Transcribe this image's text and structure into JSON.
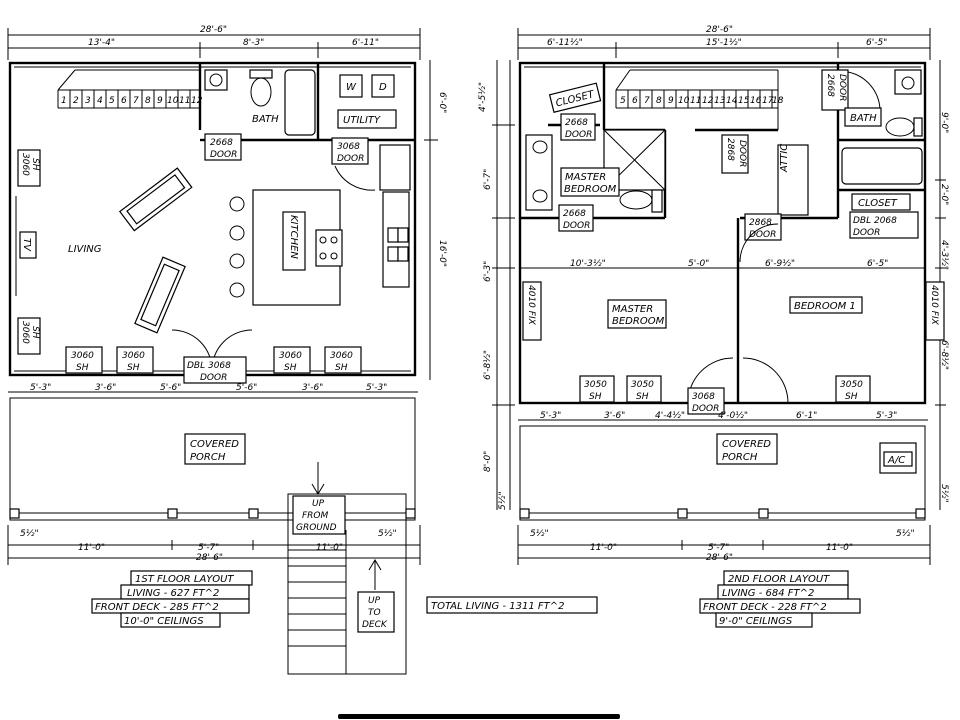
{
  "floor1": {
    "dims_top": [
      "28'-6\"",
      "13'-4\"",
      "8'-3\"",
      "6'-11\""
    ],
    "dims_right": [
      "6'-0\"",
      "16'-0\""
    ],
    "rooms": {
      "living": "LIVING",
      "kitchen": "KITCHEN",
      "bath": "BATH",
      "utility": "UTILITY",
      "washer": "W",
      "dryer": "D",
      "tv": "TV",
      "porch_1": "COVERED",
      "porch_2": "PORCH"
    },
    "stair_numbers": [
      "1",
      "2",
      "3",
      "4",
      "5",
      "6",
      "7",
      "8",
      "9",
      "10",
      "11",
      "12"
    ],
    "windows": [
      "3060",
      "SH"
    ],
    "door_2668": [
      "2668",
      "DOOR"
    ],
    "door_3068": [
      "3068",
      "DOOR"
    ],
    "door_dbl": [
      "DBL 3068",
      "DOOR"
    ],
    "dims_front": [
      "5'-3\"",
      "3'-6\"",
      "5'-6\"",
      "5'-6\"",
      "3'-6\"",
      "5'-3\""
    ],
    "dims_bottom": [
      "5½\"",
      "11'-0\"",
      "5'-7\"",
      "11'-0\"",
      "5½\"",
      "28'-6\""
    ],
    "stair_up_from_ground": [
      "UP",
      "FROM",
      "GROUND"
    ],
    "stair_up_to_deck": [
      "UP",
      "TO",
      "DECK"
    ],
    "notes": [
      "1ST FLOOR LAYOUT",
      "LIVING - 627 FT^2",
      "FRONT DECK - 285 FT^2",
      "10'-0\" CEILINGS"
    ]
  },
  "floor2": {
    "dims_top": [
      "28'-6\"",
      "6'-11½\"",
      "15'-1½\"",
      "6'-5\""
    ],
    "dims_left": [
      "4'-5½\"",
      "6'-7\"",
      "6'-3\"",
      "6'-8½\"",
      "8'-0\"",
      "5½\""
    ],
    "dims_right": [
      "9'-0\"",
      "2'-0\"",
      "4'-3½\"",
      "6'-8½\"",
      "5½\""
    ],
    "dims_mid": [
      "10'-3½\"",
      "5'-0\"",
      "6'-9½\"",
      "6'-5\""
    ],
    "rooms": {
      "closet_1": "CLOSET",
      "closet_2": "CLOSET",
      "master_bath_1": "MASTER",
      "master_bath_2": "BEDROOM",
      "bath": "BATH",
      "attic": "ATTIC",
      "master_bed_1": "MASTER",
      "master_bed_2": "BEDROOM",
      "bedroom_1": "BEDROOM 1",
      "porch_1": "COVERED",
      "porch_2": "PORCH",
      "ac": "A/C"
    },
    "stair_numbers": [
      "5",
      "6",
      "7",
      "8",
      "9",
      "10",
      "11",
      "12",
      "13",
      "14",
      "15",
      "16",
      "17",
      "18"
    ],
    "door_2668": [
      "2668",
      "DOOR"
    ],
    "door_2868": [
      "2868",
      "DOOR"
    ],
    "door_dbl_2068": [
      "DBL 2068",
      "DOOR"
    ],
    "door_3068": [
      "3068",
      "DOOR"
    ],
    "window_fix": "4010 FIX",
    "window_3050": [
      "3050",
      "SH"
    ],
    "dims_front": [
      "5'-3\"",
      "3'-6\"",
      "4'-4½\"",
      "4'-0½\"",
      "6'-1\"",
      "5'-3\""
    ],
    "dims_bottom": [
      "5½\"",
      "11'-0\"",
      "5'-7\"",
      "11'-0\"",
      "5½\"",
      "28'-6\""
    ],
    "notes": [
      "2ND FLOOR LAYOUT",
      "LIVING - 684 FT^2",
      "FRONT DECK - 228 FT^2",
      "9'-0\" CEILINGS"
    ]
  },
  "total_living": "TOTAL LIVING - 1311 FT^2"
}
